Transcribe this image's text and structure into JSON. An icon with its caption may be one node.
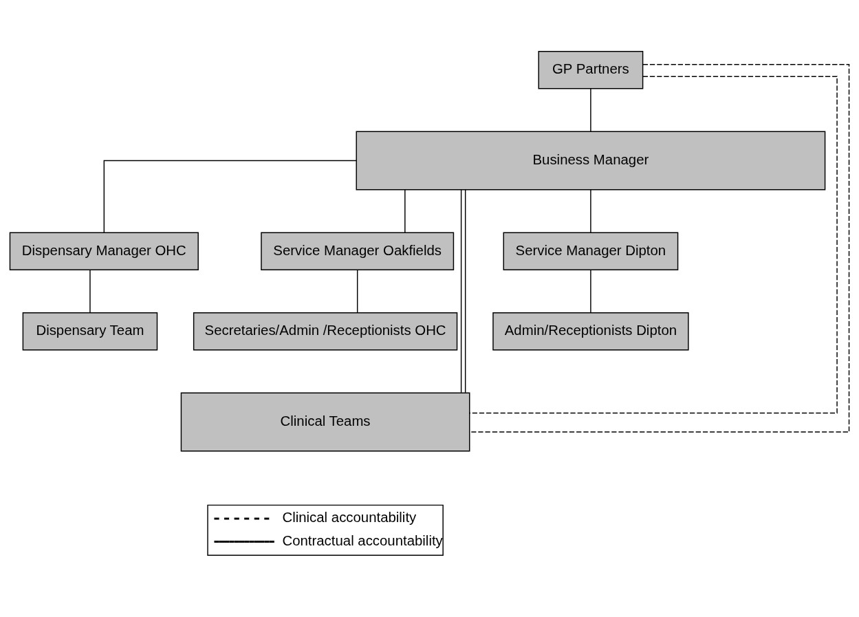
{
  "diagram": {
    "nodes": [
      {
        "text": [
          "GP Partners"
        ]
      },
      {
        "text": [
          "Business Manager"
        ]
      },
      {
        "text": [
          "Dispensary Manager OHC"
        ]
      },
      {
        "text": [
          "Dispensary Team"
        ]
      },
      {
        "text": [
          "Service Manager Oakfields"
        ]
      },
      {
        "text": [
          "Secretaries/Admin /Receptionists OHC"
        ]
      },
      {
        "text": [
          "Service Manager Dipton"
        ]
      },
      {
        "text": [
          "Admin/Receptionists Dipton"
        ]
      },
      {
        "text": [
          "Clinical Teams"
        ]
      }
    ],
    "edges": [
      {
        "from": 0,
        "to": 8,
        "arrow": "none",
        "style": "dashed"
      },
      {
        "from": 0,
        "to": 8,
        "arrow": "none",
        "style": "dashed"
      },
      {
        "from": 0,
        "to": 1,
        "arrow": "none"
      },
      {
        "from": 1,
        "to": 2,
        "arrow": "none"
      },
      {
        "from": 1,
        "to": 8,
        "arrow": "none"
      },
      {
        "from": 1,
        "to": 4,
        "arrow": "none"
      },
      {
        "from": 1,
        "to": 8,
        "arrow": "none"
      },
      {
        "from": 1,
        "to": 6,
        "arrow": "none"
      },
      {
        "from": 2,
        "to": 3,
        "arrow": "none"
      },
      {
        "from": 4,
        "to": 5,
        "arrow": "none"
      },
      {
        "from": 6,
        "to": 7,
        "arrow": "none"
      }
    ],
    "legend": [
      {
        "text": "Clinical accountability"
      },
      {
        "text": "Contractual accountability"
      }
    ]
  }
}
